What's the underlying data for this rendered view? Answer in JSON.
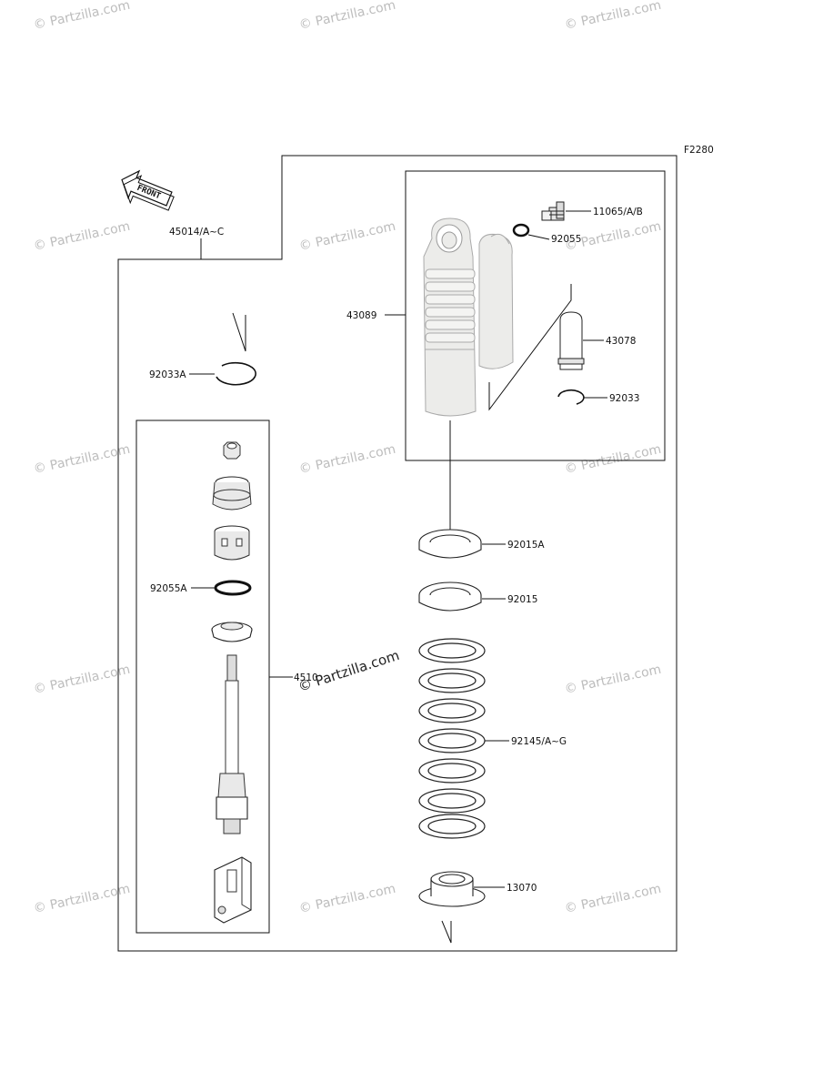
{
  "figure_code": "F2280",
  "front_label": "FRONT",
  "watermark": "© Partzilla.com",
  "parts": {
    "assembly": "45014/A~C",
    "shock_body": "43089",
    "valve": "11065/A/B",
    "o_ring_top": "92055",
    "bladder": "43078",
    "circlip_right": "92033",
    "circlip_left": "92033A",
    "o_ring_left": "92055A",
    "rod_assembly": "4510",
    "nut_upper": "92015A",
    "nut_lower": "92015",
    "spring": "92145/A~G",
    "spring_seat": "13070"
  }
}
